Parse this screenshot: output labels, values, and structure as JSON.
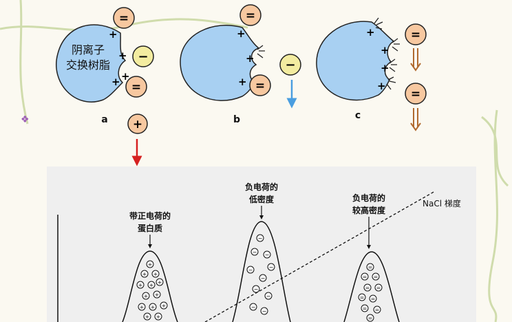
{
  "bullet": "❖",
  "resin_label_line1": "阴离子",
  "resin_label_line2": "交换树脂",
  "panels": [
    {
      "letter": "a"
    },
    {
      "letter": "b"
    },
    {
      "letter": "c"
    }
  ],
  "plot": {
    "gradient_label": "NaCl 梯度",
    "peaks": [
      {
        "label_line1": "带正电荷的",
        "label_line2": "蛋白质",
        "particle_sign": "+"
      },
      {
        "label_line1": "负电荷的",
        "label_line2": "低密度",
        "particle_sign": "−"
      },
      {
        "label_line1": "负电荷的",
        "label_line2": "较高密度",
        "particle_sign": "="
      }
    ]
  },
  "colors": {
    "resin": "#a8d0f2",
    "bead": "#f7c8a0",
    "bead_minus": "#f3eca0",
    "plot_bg": "#efefef",
    "arrow_red": "#d62020",
    "arrow_blue": "#4a9ee0",
    "arrow_brown": "#b06a30",
    "vine": "#b8cc8a"
  }
}
